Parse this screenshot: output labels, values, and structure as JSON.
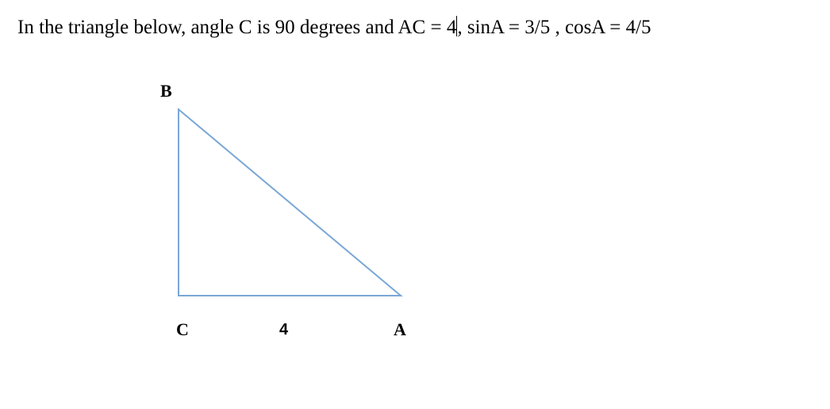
{
  "problem": {
    "text_before_cursor": "In the triangle below, angle C is 90 degrees and AC = 4",
    "text_after_cursor": ", sinA = 3/5 , cosA = 4/5"
  },
  "diagram": {
    "stroke_color": "#7aa7d6",
    "vertices": {
      "b": "B",
      "c": "C",
      "a": "A"
    },
    "side_ac_label": "4"
  }
}
